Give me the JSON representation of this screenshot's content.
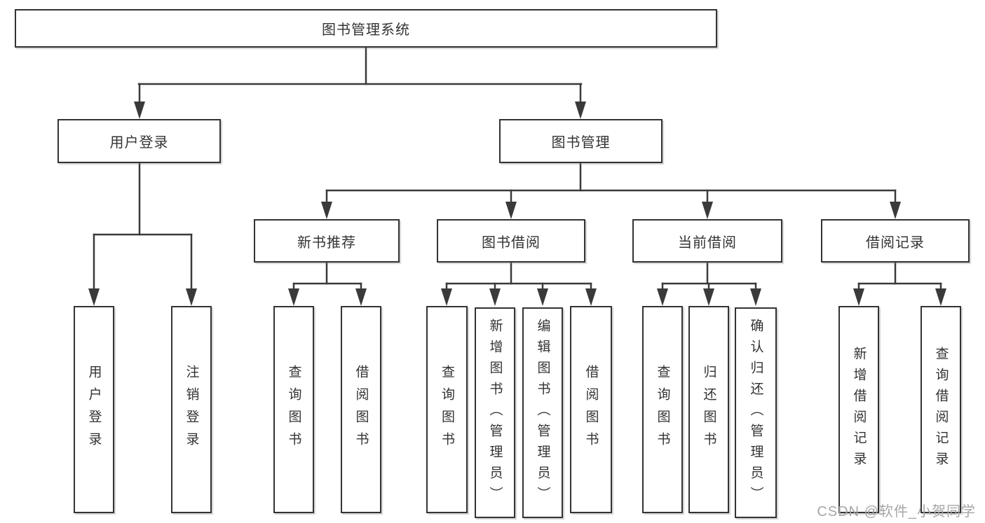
{
  "tree": {
    "label": "图书管理系统",
    "children": [
      {
        "label": "用户登录",
        "children": [
          {
            "label": "用户登录"
          },
          {
            "label": "注销登录"
          }
        ]
      },
      {
        "label": "图书管理",
        "children": [
          {
            "label": "新书推荐",
            "children": [
              {
                "label": "查询图书"
              },
              {
                "label": "借阅图书"
              }
            ]
          },
          {
            "label": "图书借阅",
            "children": [
              {
                "label": "查询图书"
              },
              {
                "label": "新增图书（管理员）"
              },
              {
                "label": "编辑图书（管理员）"
              },
              {
                "label": "借阅图书"
              }
            ]
          },
          {
            "label": "当前借阅",
            "children": [
              {
                "label": "查询图书"
              },
              {
                "label": "归还图书"
              },
              {
                "label": "确认归还（管理员）"
              }
            ]
          },
          {
            "label": "借阅记录",
            "children": [
              {
                "label": "新增借阅记录"
              },
              {
                "label": "查询借阅记录"
              }
            ]
          }
        ]
      }
    ]
  },
  "watermark": {
    "text": "CSDN @软件_小贺同学"
  },
  "colors": {
    "line": "#3a3a3a",
    "box_border": "#333333",
    "text": "#333333",
    "watermark": "#a6a6a6",
    "background": "#ffffff"
  }
}
